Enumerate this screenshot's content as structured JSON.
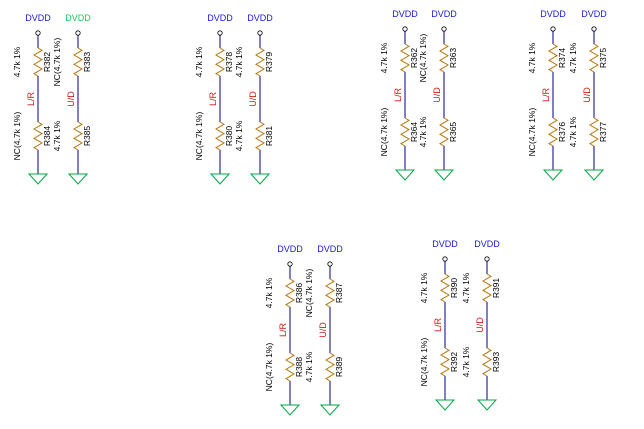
{
  "colors": {
    "wire": "#000080",
    "resistor": "#b5770c",
    "ground": "#00a844",
    "net_label": "#d11a1a",
    "power_label": "#1a1acc",
    "power_label_highlight": "#21c55d",
    "text": "#000000"
  },
  "icons": {
    "power": "open-circle-terminal-icon",
    "ground": "triangle-ground-icon",
    "resistor": "zigzag-resistor-icon"
  },
  "groups": [
    {
      "id": "g1",
      "pairs": [
        {
          "left": {
            "power": "DVDD",
            "top_value": "4.7k 1%",
            "top_ref": "R382",
            "net": "L/R",
            "bottom_value": "NC(4.7k 1%)",
            "bottom_ref": "R384"
          },
          "right": {
            "power": "DVDD",
            "power_highlight": true,
            "top_value": "NC(4.7k 1%)",
            "top_ref": "R383",
            "net": "U/D",
            "bottom_value": "4.7k 1%",
            "bottom_ref": "R385"
          }
        }
      ]
    },
    {
      "id": "g2",
      "pairs": [
        {
          "left": {
            "power": "DVDD",
            "top_value": "4.7k 1%",
            "top_ref": "R378",
            "net": "L/R",
            "bottom_value": "NC(4.7k 1%)",
            "bottom_ref": "R380"
          },
          "right": {
            "power": "DVDD",
            "top_value": "4.7k 1%",
            "top_ref": "R379",
            "net": "U/D",
            "bottom_value": "4.7k 1%",
            "bottom_ref": "R381"
          }
        }
      ]
    },
    {
      "id": "g3",
      "pairs": [
        {
          "left": {
            "power": "DVDD",
            "top_value": "4.7k 1%",
            "top_ref": "R362",
            "net": "L/R",
            "bottom_value": "NC(4.7k 1%)",
            "bottom_ref": "R364"
          },
          "right": {
            "power": "DVDD",
            "top_value": "NC(4.7k 1%)",
            "top_ref": "R363",
            "net": "U/D",
            "bottom_value": "4.7k 1%",
            "bottom_ref": "R365"
          }
        }
      ]
    },
    {
      "id": "g4",
      "pairs": [
        {
          "left": {
            "power": "DVDD",
            "top_value": "4.7k 1%",
            "top_ref": "R374",
            "net": "L/R",
            "bottom_value": "NC(4.7k 1%)",
            "bottom_ref": "R376"
          },
          "right": {
            "power": "DVDD",
            "top_value": "4.7k 1%",
            "top_ref": "R375",
            "net": "U/D",
            "bottom_value": "4.7k 1%",
            "bottom_ref": "R377"
          }
        }
      ]
    },
    {
      "id": "g5",
      "pairs": [
        {
          "left": {
            "power": "DVDD",
            "top_value": "4.7k 1%",
            "top_ref": "R386",
            "net": "L/R",
            "bottom_value": "NC(4.7k 1%)",
            "bottom_ref": "R388"
          },
          "right": {
            "power": "DVDD",
            "top_value": "NC(4.7k 1%)",
            "top_ref": "R387",
            "net": "U/D",
            "bottom_value": "4.7k 1%",
            "bottom_ref": "R389"
          }
        }
      ]
    },
    {
      "id": "g6",
      "pairs": [
        {
          "left": {
            "power": "DVDD",
            "top_value": "4.7k 1%",
            "top_ref": "R390",
            "net": "L/R",
            "bottom_value": "NC(4.7k 1%)",
            "bottom_ref": "R392"
          },
          "right": {
            "power": "DVDD",
            "top_value": "4.7k 1%",
            "top_ref": "R391",
            "net": "U/D",
            "bottom_value": "4.7k 1%",
            "bottom_ref": "R393"
          }
        }
      ]
    }
  ]
}
